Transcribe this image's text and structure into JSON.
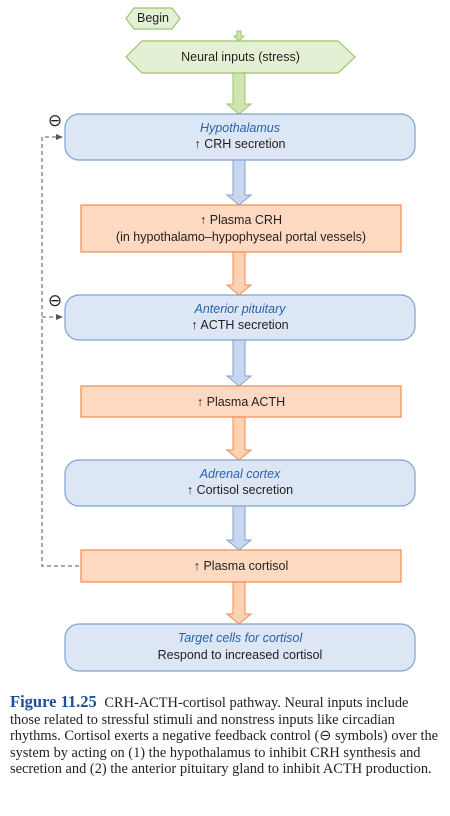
{
  "nodes": {
    "begin": "Begin",
    "neural": "Neural inputs (stress)",
    "hypothalamus": {
      "title": "Hypothalamus",
      "text": "↑ CRH secretion"
    },
    "plasma_crh": {
      "line1": "↑ Plasma CRH",
      "line2": "(in hypothalamo–hypophyseal portal vessels)"
    },
    "anterior_pituitary": {
      "title": "Anterior pituitary",
      "text": "↑ ACTH secretion"
    },
    "plasma_acth": "↑ Plasma ACTH",
    "adrenal_cortex": {
      "title": "Adrenal cortex",
      "text": "↑ Cortisol secretion"
    },
    "plasma_cortisol": "↑ Plasma cortisol",
    "target_cells": {
      "title": "Target cells for cortisol",
      "text": "Respond to increased cortisol"
    }
  },
  "feedback_symbol": "⊖",
  "caption": {
    "figure": "Figure 11.25",
    "text": "CRH-ACTH-cortisol pathway. Neural inputs include those related to stressful stimuli and nonstress inputs like circadian rhythms. Cortisol exerts a negative feedback control (⊖ symbols) over the system by acting on (1) the hypothalamus to inhibit CRH synthesis and secretion and (2) the anterior pituitary gland to inhibit ACTH production."
  },
  "colors": {
    "blue_fill": "#dce6f4",
    "blue_stroke": "#7fa3cf",
    "orange_fill": "#fcd9c0",
    "orange_stroke": "#f28a50",
    "green_fill": "#e4f0d4",
    "green_stroke": "#9cc46c",
    "arrow_blue": "#c8d7ee",
    "arrow_orange": "#fcd2b2",
    "arrow_green": "#cfe6b0"
  }
}
